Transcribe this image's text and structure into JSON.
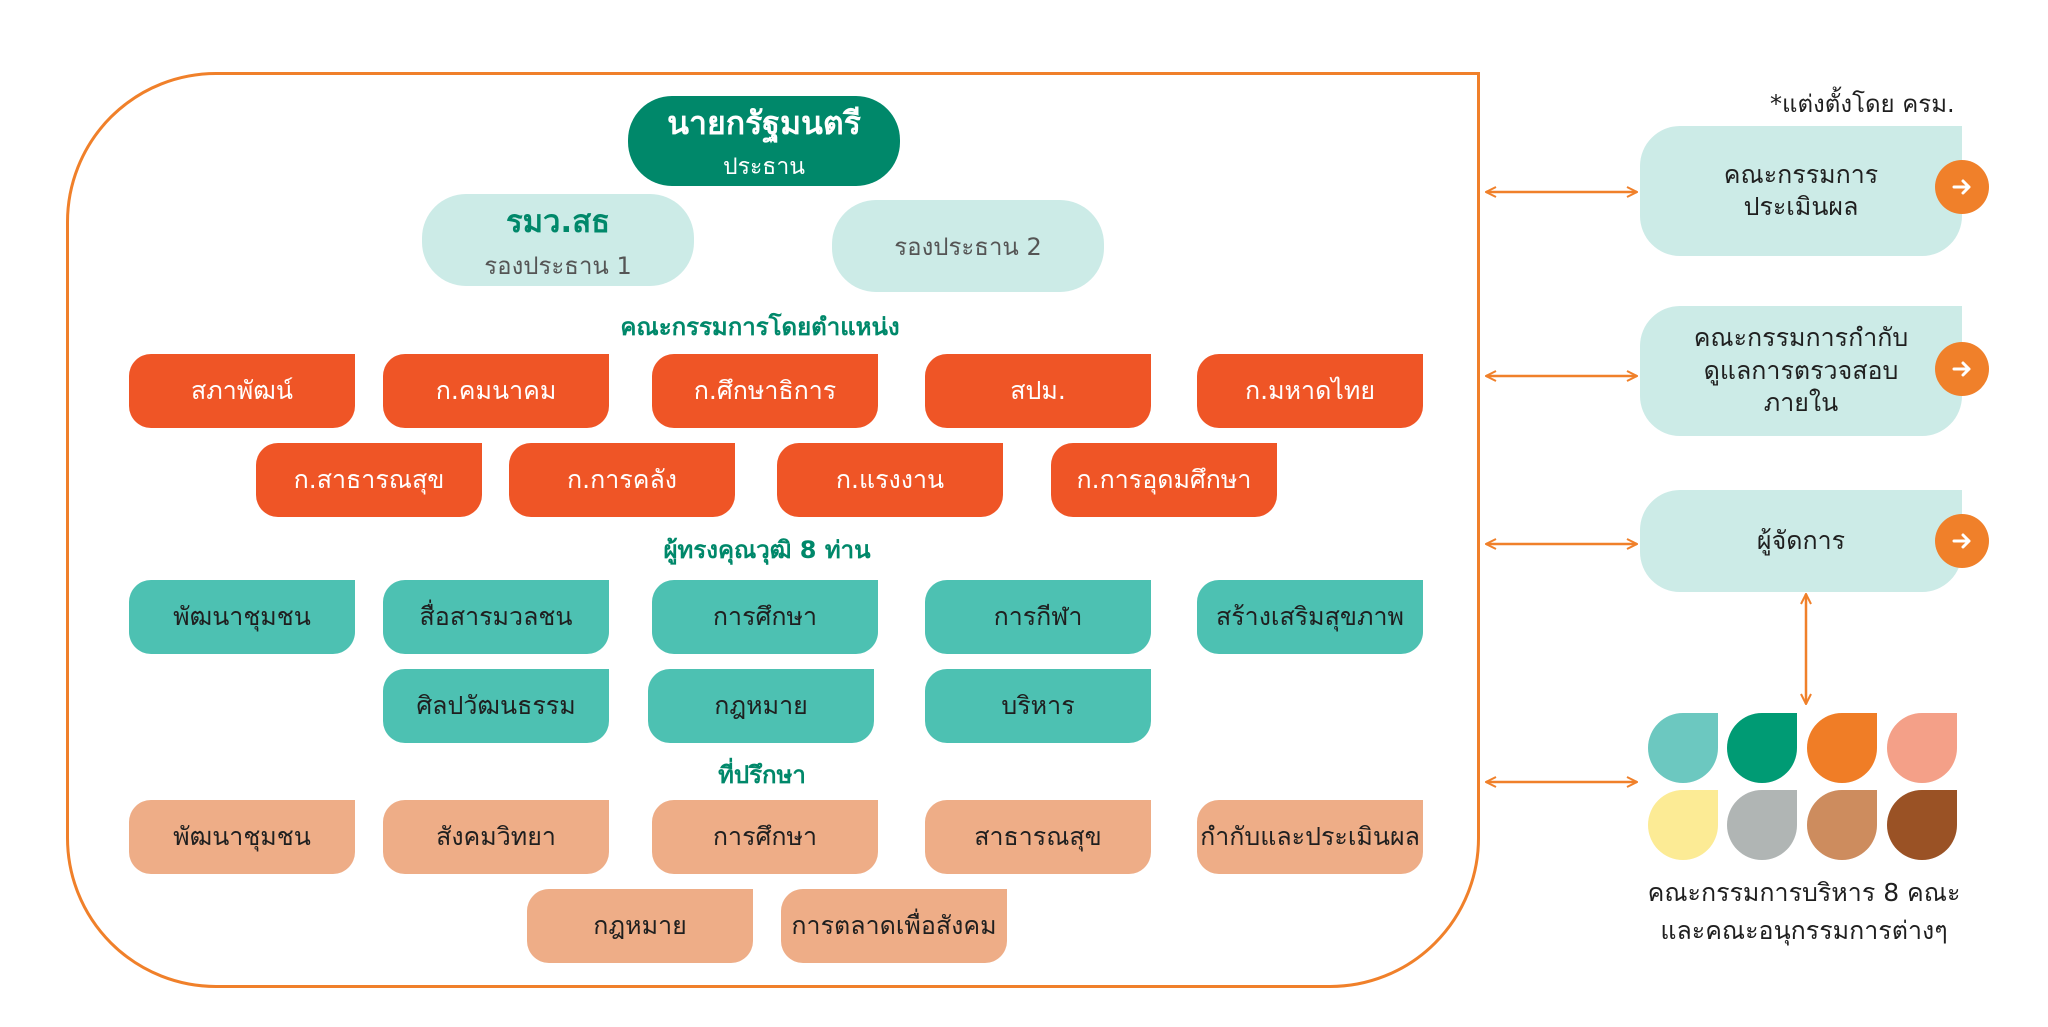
{
  "chairman": {
    "title": "นายกรัฐมนตรี",
    "role": "ประธาน"
  },
  "vice_chair_1": {
    "title": "รมว.สธ",
    "role": "รองประธาน 1"
  },
  "vice_chair_2": {
    "role": "รองประธาน 2"
  },
  "ex_officio": {
    "heading": "คณะกรรมการโดยตำแหน่ง",
    "items": [
      "สภาพัฒน์",
      "ก.คมนาคม",
      "ก.ศึกษาธิการ",
      "สปม.",
      "ก.มหาดไทย",
      "ก.สาธารณสุข",
      "ก.การคลัง",
      "ก.แรงงาน",
      "ก.การอุดมศึกษา"
    ]
  },
  "experts": {
    "heading": "ผู้ทรงคุณวุฒิ 8 ท่าน",
    "items": [
      "พัฒนาชุมชน",
      "สื่อสารมวลชน",
      "การศึกษา",
      "การกีฬา",
      "สร้างเสริมสุขภาพ",
      "ศิลปวัฒนธรรม",
      "กฎหมาย",
      "บริหาร"
    ]
  },
  "advisors": {
    "heading": "ที่ปรึกษา",
    "items": [
      "พัฒนาชุมชน",
      "สังคมวิทยา",
      "การศึกษา",
      "สาธารณสุข",
      "กำกับและประเมินผล",
      "กฎหมาย",
      "การตลาดเพื่อสังคม"
    ]
  },
  "appointed_note": "*แต่งตั้งโดย ครม.",
  "side_committees": [
    {
      "label": "คณะกรรมการ\nประเมินผล"
    },
    {
      "label": "คณะกรรมการกำกับ\nดูแลการตรวจสอบ\nภายใน"
    },
    {
      "label": "ผู้จัดการ"
    }
  ],
  "management_caption": "คณะกรรมการบริหาร 8 คณะ\nและคณะอนุกรรมการต่างๆ",
  "colors": {
    "frame_orange": "#F0802A",
    "chairman_green": "#00886A",
    "light_teal": "#CCEBE7",
    "ex_officio_red": "#EF5526",
    "expert_teal": "#4DC1B2",
    "advisor_peach": "#EEAD87",
    "petals": [
      "#6CC8C0",
      "#009B74",
      "#F07D26",
      "#F4A088",
      "#FCEB95",
      "#B0B5B4",
      "#CD8C5E",
      "#9A5225"
    ]
  }
}
